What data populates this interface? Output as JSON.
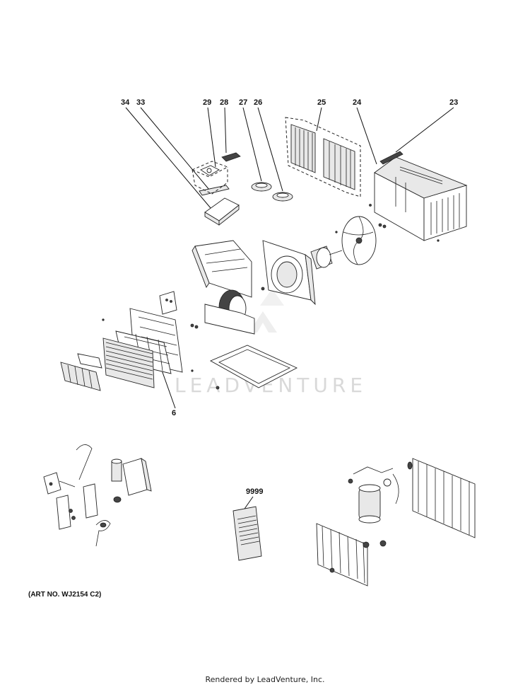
{
  "callouts": {
    "c34": "34",
    "c33": "33",
    "c29": "29",
    "c28": "28",
    "c27": "27",
    "c26": "26",
    "c25": "25",
    "c24": "24",
    "c23": "23",
    "c6": "6",
    "c9999": "9999"
  },
  "watermark": "LEADVENTURE",
  "art_number": "(ART NO. WJ2154 C2)",
  "footer": "Rendered by LeadVenture, Inc."
}
